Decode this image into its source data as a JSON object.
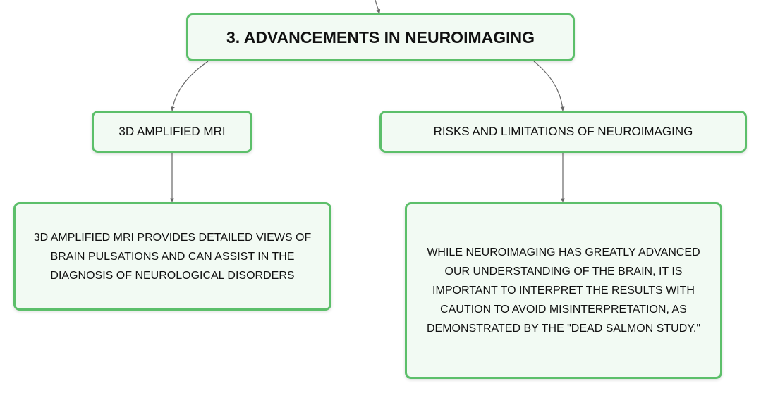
{
  "diagram": {
    "root": {
      "label": "3. Advancements in Neuroimaging"
    },
    "branches": [
      {
        "label": "3D Amplified MRI",
        "description": "3D amplified MRI provides detailed views of brain pulsations and can assist in the diagnosis of neurological disorders"
      },
      {
        "label": "Risks and Limitations of Neuroimaging",
        "description": "While neuroimaging has greatly advanced our understanding of the brain, it is important to interpret the results with caution to avoid misinterpretation, as demonstrated by the \"dead salmon study.\""
      }
    ]
  },
  "colors": {
    "node_border": "#5cbf6a",
    "node_fill": "#f2faf3",
    "connector": "#666666",
    "text": "#111111"
  }
}
